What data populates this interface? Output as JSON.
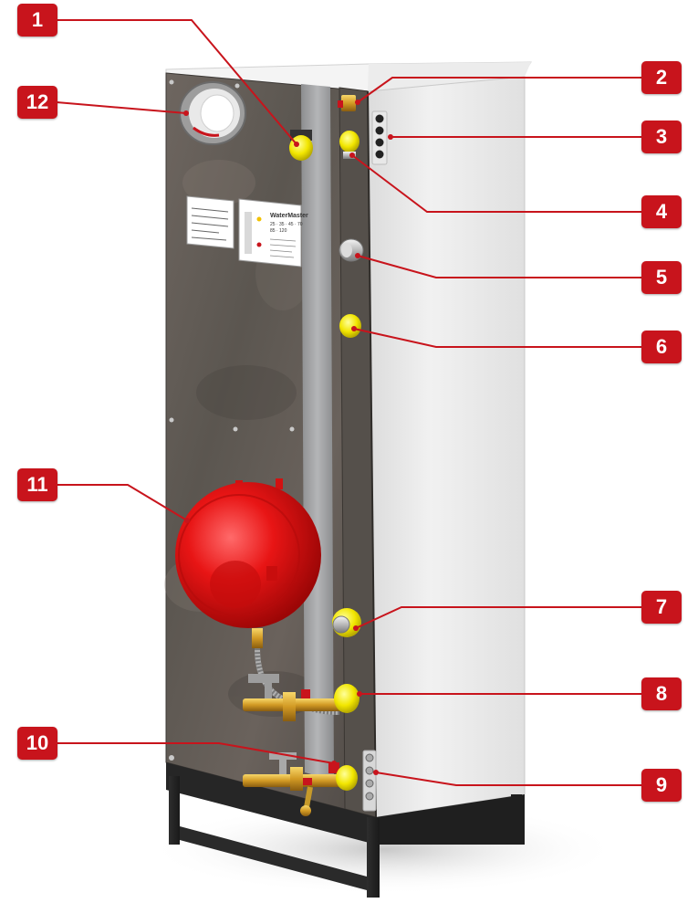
{
  "badge_color": "#c8141c",
  "leader_color": "#c8141c",
  "product_label": {
    "brand": "WaterMaster",
    "models": "25 · 35 · 45 · 70",
    "models2": "85 · 120"
  },
  "callouts": [
    {
      "number": "1",
      "part": "connection-1"
    },
    {
      "number": "2",
      "part": "connection-2"
    },
    {
      "number": "3",
      "part": "cable-glands"
    },
    {
      "number": "4",
      "part": "connection-4"
    },
    {
      "number": "5",
      "part": "connection-5"
    },
    {
      "number": "6",
      "part": "connection-6"
    },
    {
      "number": "7",
      "part": "connection-7"
    },
    {
      "number": "8",
      "part": "connection-8"
    },
    {
      "number": "9",
      "part": "cable-glands-lower"
    },
    {
      "number": "10",
      "part": "drain-valve"
    },
    {
      "number": "11",
      "part": "expansion-vessel"
    },
    {
      "number": "12",
      "part": "flue-connection"
    }
  ]
}
